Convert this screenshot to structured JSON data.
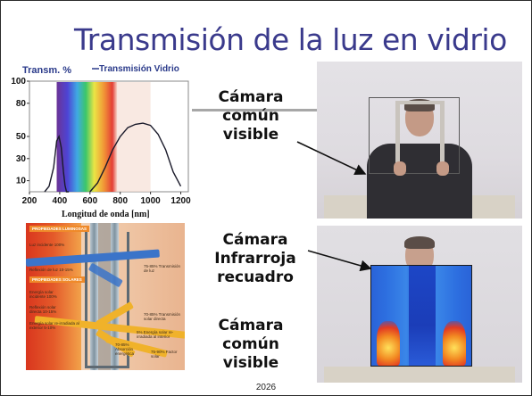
{
  "slide": {
    "title": "Transmisión de la luz en vidrio",
    "footer": "2026",
    "labels": {
      "visible_camera_top": [
        "Cámara",
        "común",
        "visible"
      ],
      "ir_camera": [
        "Cámara",
        "Infrarroja",
        "recuadro"
      ],
      "visible_camera_bottom": [
        "Cámara",
        "común",
        "visible"
      ]
    }
  },
  "chart_data": {
    "type": "line",
    "title": "Transmisión Vidrio",
    "ylabel": "Transm. %",
    "xlabel": "Longitud de onda [nm]",
    "xlim": [
      200,
      1250
    ],
    "ylim": [
      0,
      100
    ],
    "x_ticks": [
      200,
      400,
      600,
      800,
      1000,
      1200
    ],
    "y_ticks": [
      10,
      30,
      50,
      80,
      100
    ],
    "background": "visible spectrum color band (~380-750 nm)",
    "series": [
      {
        "x": [
          300,
          330,
          360,
          380,
          395,
          410,
          425,
          435,
          445,
          460
        ],
        "y": [
          0,
          5,
          22,
          46,
          50,
          40,
          18,
          6,
          0,
          0
        ]
      },
      {
        "x": [
          600,
          650,
          700,
          750,
          800,
          850,
          900,
          950,
          1000,
          1050,
          1100,
          1150,
          1200
        ],
        "y": [
          0,
          8,
          22,
          38,
          50,
          58,
          61,
          62,
          60,
          52,
          38,
          18,
          5
        ]
      }
    ]
  },
  "diagram": {
    "labels": [
      "PROPIEDADES LUMINOSAS",
      "Luz incidente 100%",
      "Reflexión de luz 10-15%",
      "PROPIEDADES SOLARES",
      "Energía solar incidente 100%",
      "Reflexión solar directa 10-15%",
      "Energía solar re-irradiada al exterior 5-10%",
      "75-85% Transmisión de luz",
      "70-85% Transmisión solar directa",
      "5% Energía solar re-irradiada al interior",
      "70-85% Absorción energética",
      "75-90% Factor solar"
    ]
  },
  "colors": {
    "title": "#3a3a8c",
    "chart_text": "#2a3a8a",
    "ir_blue": "#2a63d8",
    "ir_hot": "#e8402a"
  }
}
